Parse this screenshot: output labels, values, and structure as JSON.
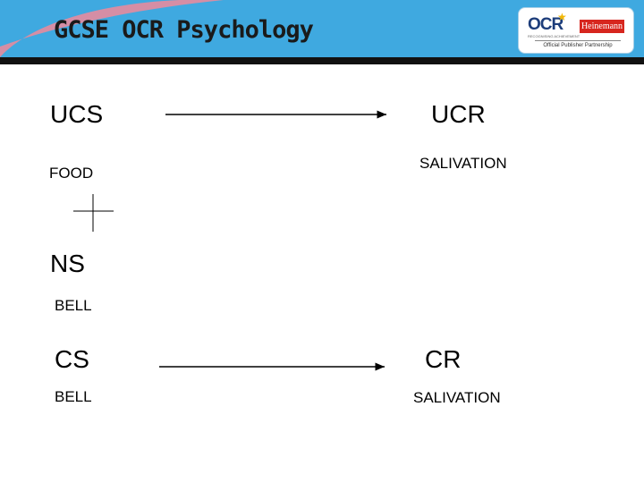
{
  "header": {
    "title": "GCSE OCR Psychology",
    "logo": {
      "ocr": "OCR",
      "ocr_sub": "RECOGNISING ACHIEVEMENT",
      "publisher": "Heinemann",
      "partner": "Official Publisher Partnership"
    }
  },
  "diagram": {
    "before": {
      "stimulus": "UCS",
      "stimulus_example": "FOOD",
      "response": "UCR",
      "response_example": "SALIVATION"
    },
    "during": {
      "neutral": "NS",
      "neutral_example": "BELL"
    },
    "after": {
      "stimulus": "CS",
      "stimulus_example": "BELL",
      "response": "CR",
      "response_example": "SALIVATION"
    }
  },
  "colors": {
    "header_blue": "#3fa9e0",
    "band": "#111111",
    "swoosh": "#f08a9a",
    "heinemann_red": "#d7261e",
    "ocr_navy": "#1d3d7a"
  }
}
